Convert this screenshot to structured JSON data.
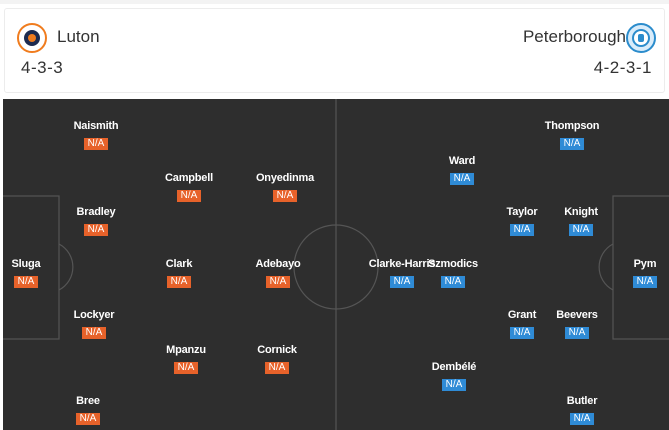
{
  "home": {
    "name": "Luton",
    "formation": "4-3-3",
    "badge_color": "#e7622a",
    "players": [
      {
        "name": "Naismith",
        "rating": "N/A"
      },
      {
        "name": "Campbell",
        "rating": "N/A"
      },
      {
        "name": "Onyedinma",
        "rating": "N/A"
      },
      {
        "name": "Bradley",
        "rating": "N/A"
      },
      {
        "name": "Sluga",
        "rating": "N/A"
      },
      {
        "name": "Clark",
        "rating": "N/A"
      },
      {
        "name": "Adebayo",
        "rating": "N/A"
      },
      {
        "name": "Lockyer",
        "rating": "N/A"
      },
      {
        "name": "Mpanzu",
        "rating": "N/A"
      },
      {
        "name": "Cornick",
        "rating": "N/A"
      },
      {
        "name": "Bree",
        "rating": "N/A"
      }
    ]
  },
  "away": {
    "name": "Peterborough",
    "formation": "4-2-3-1",
    "badge_color": "#2f8bd6",
    "players": [
      {
        "name": "Thompson",
        "rating": "N/A"
      },
      {
        "name": "Ward",
        "rating": "N/A"
      },
      {
        "name": "Taylor",
        "rating": "N/A"
      },
      {
        "name": "Knight",
        "rating": "N/A"
      },
      {
        "name": "Clarke-Harris",
        "rating": "N/A"
      },
      {
        "name": "Szmodics",
        "rating": "N/A"
      },
      {
        "name": "Pym",
        "rating": "N/A"
      },
      {
        "name": "Grant",
        "rating": "N/A"
      },
      {
        "name": "Beevers",
        "rating": "N/A"
      },
      {
        "name": "Dembélé",
        "rating": "N/A"
      },
      {
        "name": "Butler",
        "rating": "N/A"
      }
    ]
  },
  "colors": {
    "pitch": "#2e2e2e",
    "lines": "#555555"
  }
}
